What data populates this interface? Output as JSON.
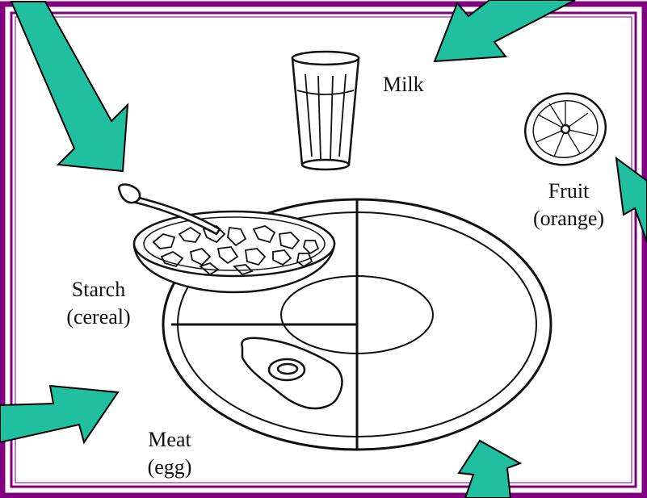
{
  "colors": {
    "frame": "#800080",
    "arrow": "#1fbf9f",
    "arrow_outline": "#000000",
    "line_art": "#111111",
    "background": "#ffffff"
  },
  "labels": {
    "milk": "Milk",
    "fruit": "Fruit",
    "fruit_detail": "(orange)",
    "starch": "Starch",
    "starch_detail": "(cereal)",
    "meat": "Meat",
    "meat_detail": "(egg)"
  },
  "illustrations": [
    "milk-glass",
    "orange-half",
    "cereal-bowl-with-spoon",
    "fried-egg",
    "divided-plate"
  ],
  "arrows": [
    "top-left-arrow",
    "top-center-arrow",
    "right-arrow",
    "left-arrow",
    "bottom-arrow"
  ]
}
